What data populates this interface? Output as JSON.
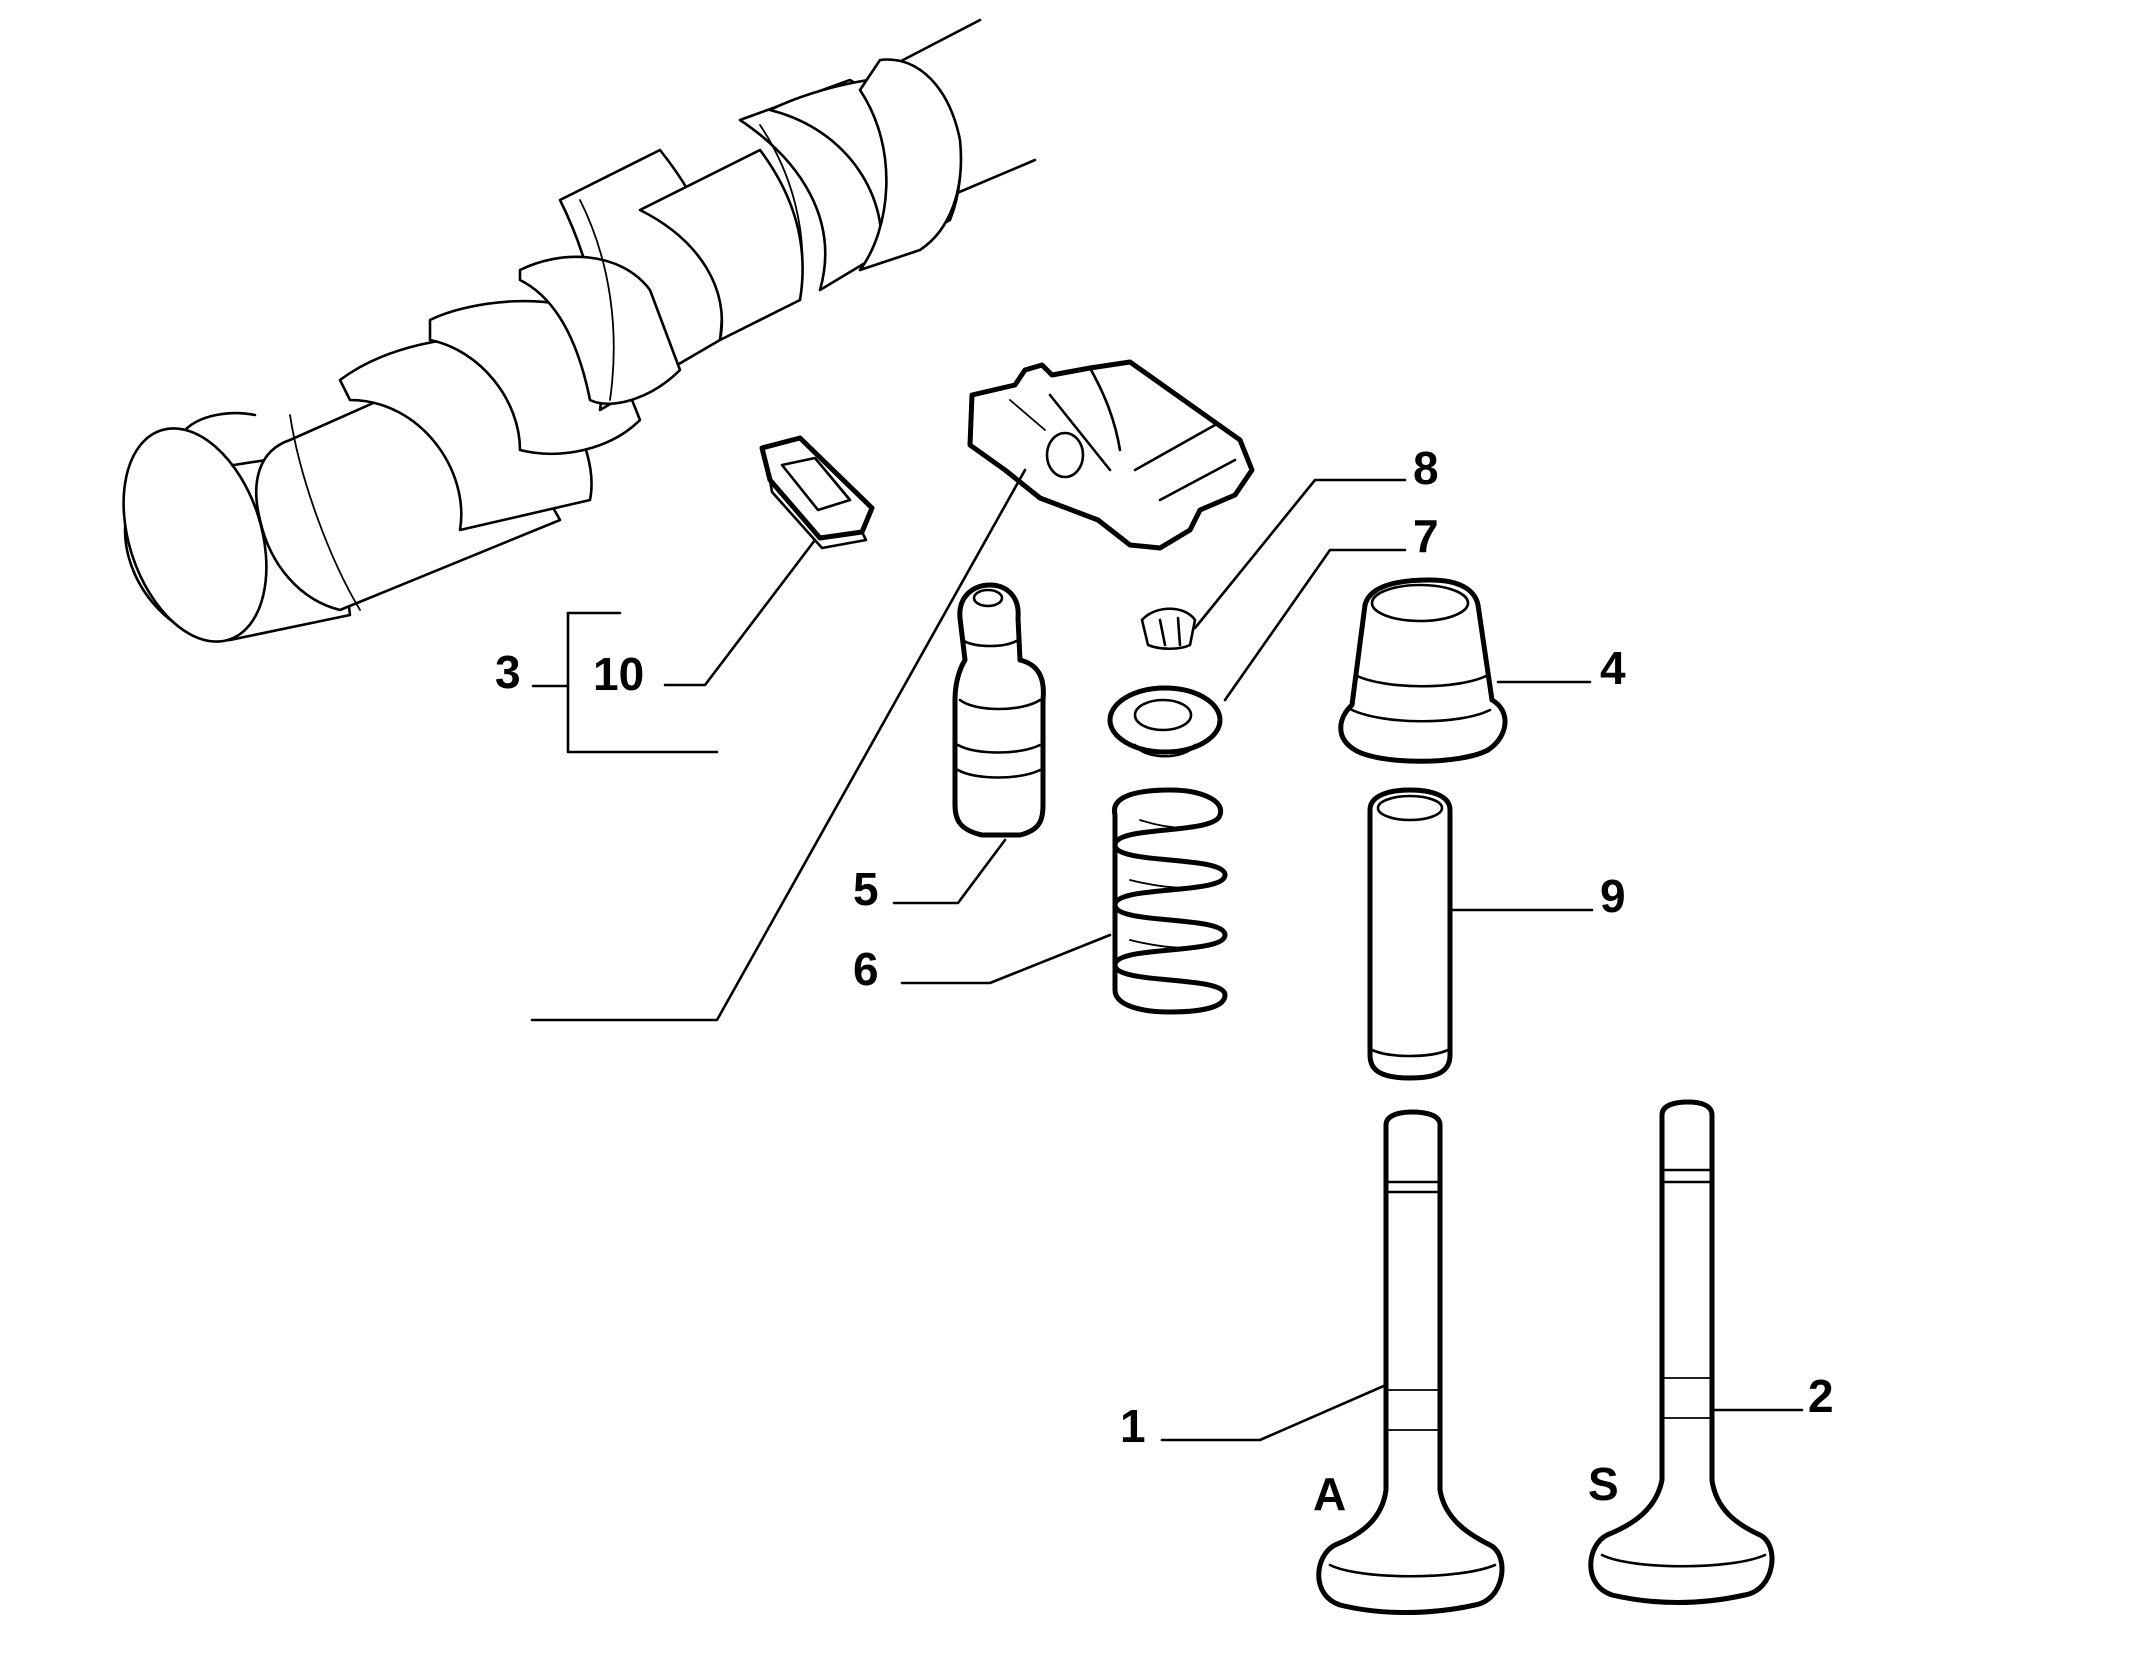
{
  "labels": {
    "l1": "1",
    "l2": "2",
    "l3": "3",
    "l4": "4",
    "l5": "5",
    "l6": "6",
    "l7": "7",
    "l8": "8",
    "l9": "9",
    "l10": "10",
    "intake": "A",
    "exhaust": "S"
  }
}
